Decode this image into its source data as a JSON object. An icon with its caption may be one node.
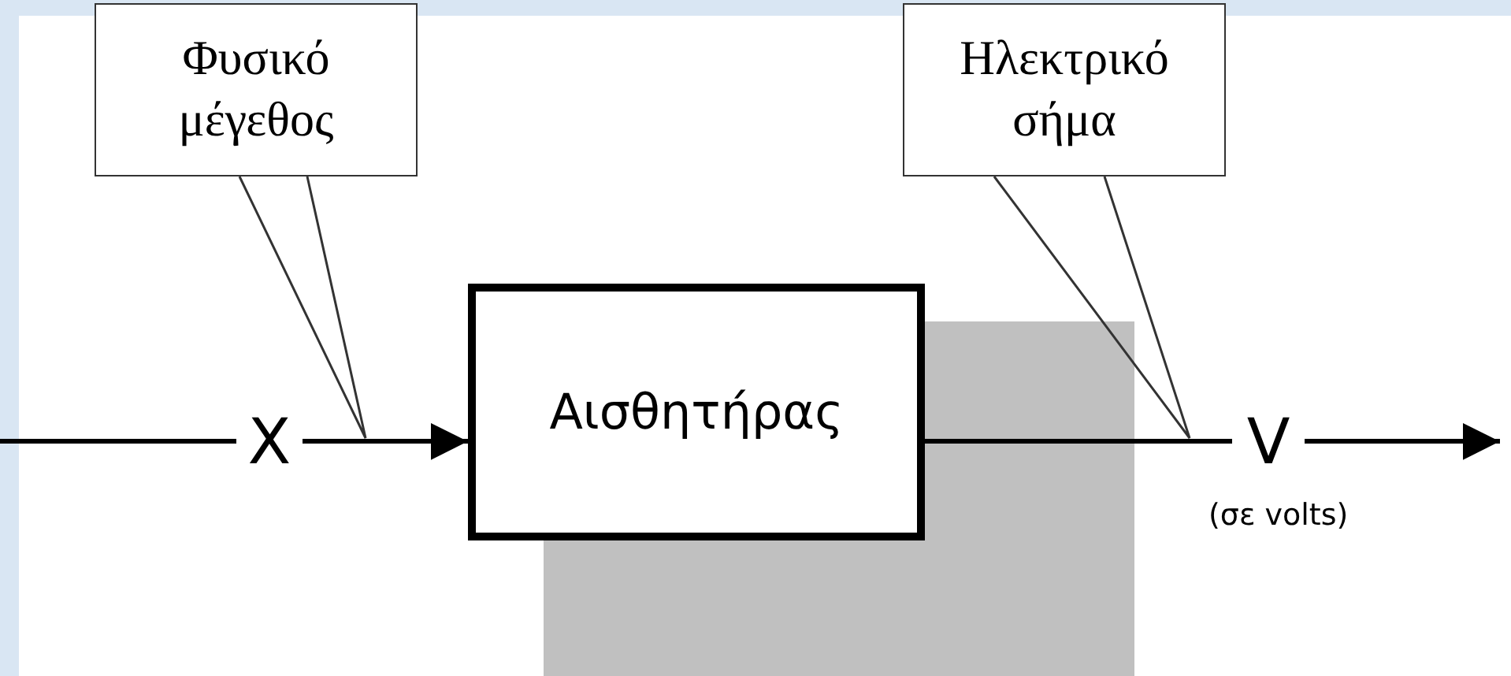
{
  "diagram": {
    "nodes": [
      {
        "text": [
          "X"
        ]
      },
      {
        "text": [
          "Αισθητήρας"
        ]
      },
      {
        "text": [
          "V"
        ],
        "beside": [
          "(σε volts)"
        ]
      },
      {
        "text": [
          "Φυσικό μέγεθος"
        ]
      },
      {
        "text": [
          "Ηλεκτρικό σήμα"
        ]
      }
    ],
    "edges": [
      {
        "from": null,
        "to": 0,
        "arrow": "none"
      },
      {
        "from": 0,
        "to": 1,
        "arrow": "to"
      },
      {
        "from": 1,
        "to": 2,
        "arrow": "none"
      },
      {
        "from": 2,
        "to": null,
        "arrow": "to"
      },
      {
        "from": 3,
        "to": null,
        "arrow": "none"
      },
      {
        "from": 4,
        "to": null,
        "arrow": "none"
      }
    ]
  }
}
